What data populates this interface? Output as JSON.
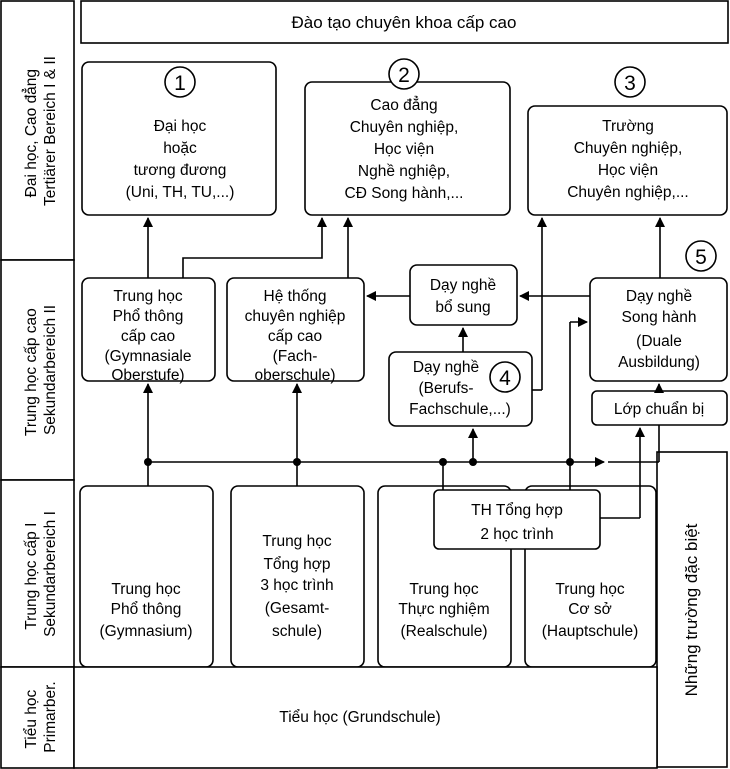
{
  "title": "Đào tạo chuyên khoa cấp cao",
  "levels": {
    "tertiary": [
      "Đai học, Cao đẳng",
      "Tertiärer Bereich I & II"
    ],
    "secondary2": [
      "Trung học cấp cao",
      "Sekundarbereich II"
    ],
    "secondary1": [
      "Trung học cấp I",
      "Sekundarbereich I"
    ],
    "primary": [
      "Tiểu học",
      "Primarber."
    ]
  },
  "tertiary_boxes": [
    {
      "number": "1",
      "lines": [
        "Đại học",
        "hoặc",
        "tương đương",
        "(Uni, TH, TU,...)"
      ]
    },
    {
      "number": "2",
      "lines": [
        "Cao đẳng",
        "Chuyên nghiệp,",
        "Học viện",
        "Nghề nghiệp,",
        "CĐ Song hành,..."
      ]
    },
    {
      "number": "3",
      "lines": [
        "Trường",
        "Chuyên nghiệp,",
        "Học viện",
        "Chuyên nghiệp,..."
      ]
    }
  ],
  "upper_secondary": {
    "gymnasiale": [
      "Trung học",
      "Phổ thông",
      "cấp cao",
      "(Gymnasiale",
      "Oberstufe)"
    ],
    "fachoberschule": [
      "Hệ thống",
      "chuyên nghiệp",
      "cấp cao",
      "(Fach-",
      "oberschule)"
    ],
    "zusatz": [
      "Dạy nghề",
      "bổ sung"
    ],
    "berufsfachschule": {
      "number": "4",
      "lines": [
        "Dạy nghề",
        "(Berufs-",
        "Fachschule,...)"
      ]
    },
    "duale": {
      "number": "5",
      "lines": [
        "Dạy nghề",
        "Song hành",
        "(Duale",
        "Ausbildung)"
      ]
    },
    "prep": "Lớp chuẩn bị"
  },
  "lower_secondary": {
    "gymnasium": [
      "Trung học",
      "Phổ thông",
      "(Gymnasium)"
    ],
    "gesamtschule": [
      "Trung học",
      "Tổng hợp",
      "3 học trình",
      "(Gesamt-",
      "schule)"
    ],
    "realschule": [
      "Trung học",
      "Thực nghiệm",
      "(Realschule)"
    ],
    "hauptschule": [
      "Trung học",
      "Cơ sở",
      "(Hauptschule)"
    ],
    "th_tong_hop": [
      "TH Tổng hợp",
      "2 học trình"
    ]
  },
  "primary": "Tiểu học (Grundschule)",
  "special_schools": "Những trường đặc biệt"
}
